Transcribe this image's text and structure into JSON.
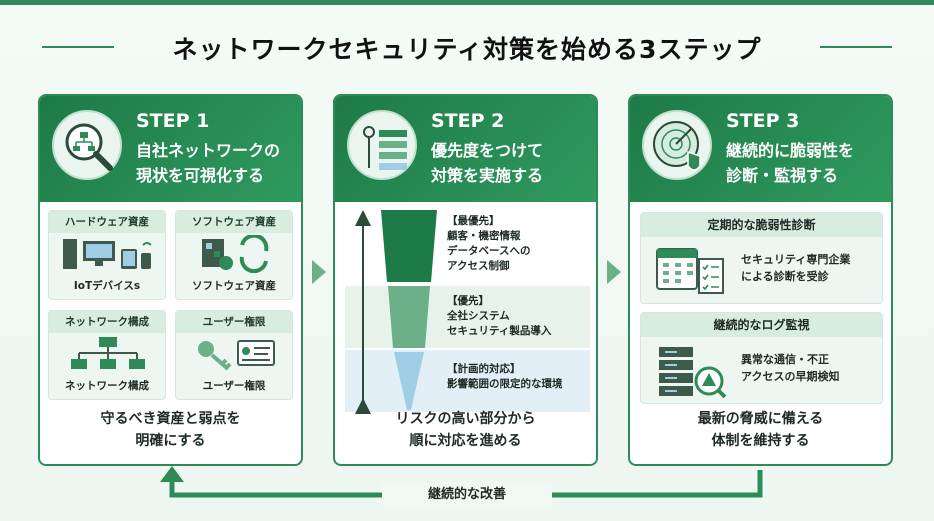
{
  "title": "ネットワークセキュリティ対策を始める3ステップ",
  "colors": {
    "primary": "#2e8b57",
    "dark": "#1e7a47",
    "light": "#eef6f1",
    "blue": "#9fcde6"
  },
  "steps": [
    {
      "label": "STEP 1",
      "heading_line1": "自社ネットワークの",
      "heading_line2": "現状を可視化する",
      "icon": "network-magnifier-icon",
      "boxes": [
        {
          "title": "ハードウェア資産",
          "caption": "IoTデバイスs",
          "icon": "devices-icon"
        },
        {
          "title": "ソフトウェア資産",
          "caption": "ソフトウェア資産",
          "icon": "software-sync-icon"
        },
        {
          "title": "ネットワーク構成",
          "caption": "ネットワーク構成",
          "icon": "network-tree-icon"
        },
        {
          "title": "ユーザー権限",
          "caption": "ユーザー権限",
          "icon": "key-id-icon"
        }
      ],
      "bottom_line1": "守るべき資産と弱点を",
      "bottom_line2": "明確にする"
    },
    {
      "label": "STEP 2",
      "heading_line1": "優先度をつけて",
      "heading_line2": "対策を実施する",
      "icon": "priority-list-icon",
      "tiers": [
        {
          "tag": "【最優先】",
          "line1": "顧客・機密情報",
          "line2": "データベースへの",
          "line3": "アクセス制御"
        },
        {
          "tag": "【優先】",
          "line1": "全社システム",
          "line2": "セキュリティ製品導入"
        },
        {
          "tag": "【計画的対応】",
          "line1": "影響範囲の限定的な環境"
        }
      ],
      "bottom_line1": "リスクの高い部分から",
      "bottom_line2": "順に対応を進める"
    },
    {
      "label": "STEP 3",
      "heading_line1": "継続的に脆弱性を",
      "heading_line2": "診断・監視する",
      "icon": "radar-shield-icon",
      "panels": [
        {
          "title": "定期的な脆弱性診断",
          "line1": "セキュリティ専門企業",
          "line2": "による診断を受診",
          "icon": "calendar-checklist-icon"
        },
        {
          "title": "継続的なログ監視",
          "line1": "異常な通信・不正",
          "line2": "アクセスの早期検知",
          "icon": "server-alert-icon"
        }
      ],
      "bottom_line1": "最新の脅威に備える",
      "bottom_line2": "体制を維持する"
    }
  ],
  "loop_label": "継続的な改善"
}
